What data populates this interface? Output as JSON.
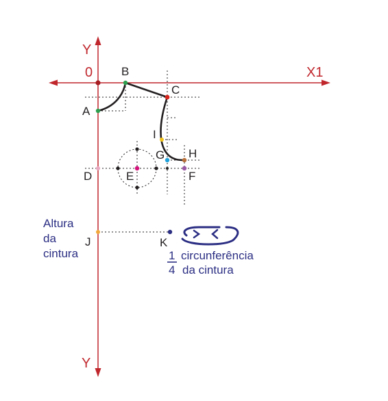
{
  "axes": {
    "y_top": "Y",
    "y_bottom": "Y",
    "x_right": "X1",
    "origin": "0"
  },
  "points": {
    "A": "A",
    "B": "B",
    "C": "C",
    "D": "D",
    "E": "E",
    "F": "F",
    "G": "G",
    "H": "H",
    "I": "I",
    "J": "J",
    "K": "K"
  },
  "annotations": {
    "waist_height": [
      "Altura",
      "da",
      "cintura"
    ],
    "fraction_numerator": "1",
    "fraction_denominator": "4",
    "quarter_line1": "circunferência",
    "quarter_line2": "da cintura"
  },
  "colors": {
    "axis": "#c0272d",
    "curve": "#231f20",
    "guide": "#231f20",
    "note": "#2b2e83",
    "point_A": "#2e9e4f",
    "point_B": "#2e9e4f",
    "point_C": "#d7261e",
    "point_D": "#e9a7c0",
    "point_E": "#d4127c",
    "point_F": "#9b5aa5",
    "point_G": "#1fa2dc",
    "point_H": "#b8703a",
    "point_I": "#f2c31b",
    "point_J": "#f2a93b",
    "point_K": "#2b2e83",
    "origin": "#a61e22"
  }
}
